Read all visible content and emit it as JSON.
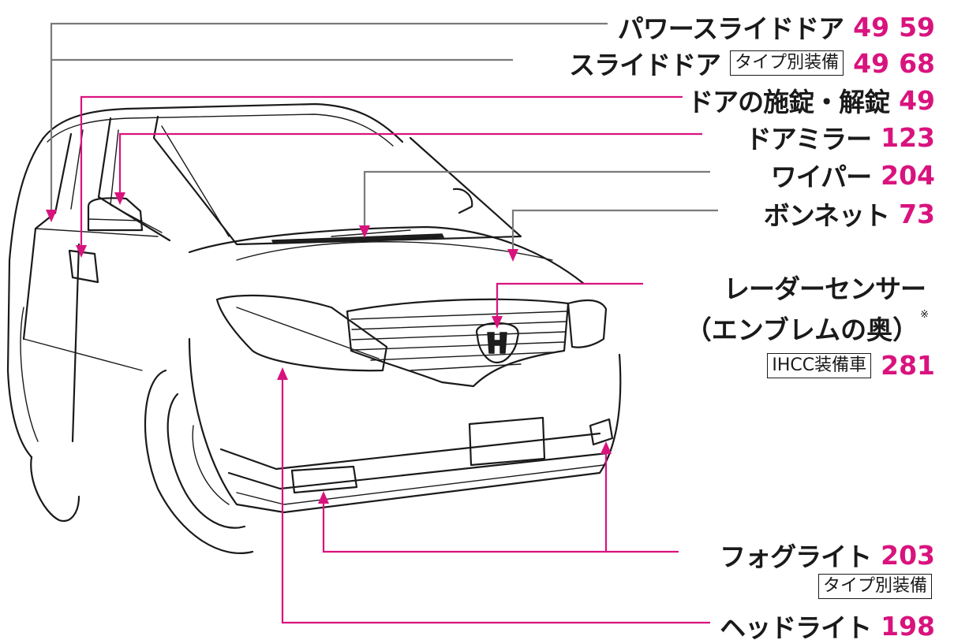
{
  "colors": {
    "accent": "#d9137e",
    "text": "#1a1a1a",
    "leader_dark": "#7a7a7a"
  },
  "callouts": {
    "power_slide_door": {
      "label": "パワースライドドア",
      "pages": [
        "49",
        "59"
      ]
    },
    "slide_door": {
      "label": "スライドドア",
      "tag": "タイプ別装備",
      "pages": [
        "49",
        "68"
      ]
    },
    "door_lock": {
      "label": "ドアの施錠・解錠",
      "pages": [
        "49"
      ]
    },
    "door_mirror": {
      "label": "ドアミラー",
      "pages": [
        "123"
      ]
    },
    "wiper": {
      "label": "ワイパー",
      "pages": [
        "204"
      ]
    },
    "bonnet": {
      "label": "ボンネット",
      "pages": [
        "73"
      ]
    },
    "radar_sensor": {
      "label": "レーダーセンサー",
      "sublabel": "（エンブレムの奥）",
      "note": "※",
      "tag": "IHCC装備車",
      "pages": [
        "281"
      ]
    },
    "fog_light": {
      "label": "フォグライト",
      "pages": [
        "203"
      ],
      "tag": "タイプ別装備"
    },
    "headlight": {
      "label": "ヘッドライト",
      "pages": [
        "198"
      ]
    }
  }
}
